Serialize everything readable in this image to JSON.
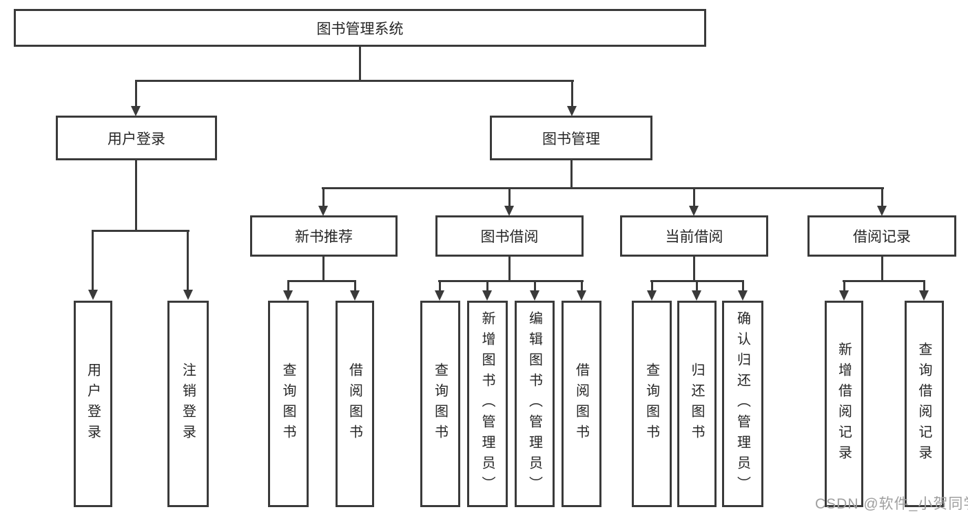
{
  "colors": {
    "line": "#3a3a3a",
    "text": "#262626",
    "background": "#ffffff",
    "watermark": "#9f9f9f"
  },
  "watermark": {
    "text": "CSDN @软件_小贺同学"
  },
  "tree": {
    "root": "图书管理系统",
    "children": [
      {
        "label": "用户登录",
        "children": [
          "用户登录",
          "注销登录"
        ]
      },
      {
        "label": "图书管理",
        "children": [
          {
            "label": "新书推荐",
            "children": [
              "查询图书",
              "借阅图书"
            ]
          },
          {
            "label": "图书借阅",
            "children": [
              "查询图书",
              "新增图书（管理员）",
              "编辑图书（管理员）",
              "借阅图书"
            ]
          },
          {
            "label": "当前借阅",
            "children": [
              "查询图书",
              "归还图书",
              "确认归还（管理员）"
            ]
          },
          {
            "label": "借阅记录",
            "children": [
              "新增借阅记录",
              "查询借阅记录"
            ]
          }
        ]
      }
    ]
  }
}
